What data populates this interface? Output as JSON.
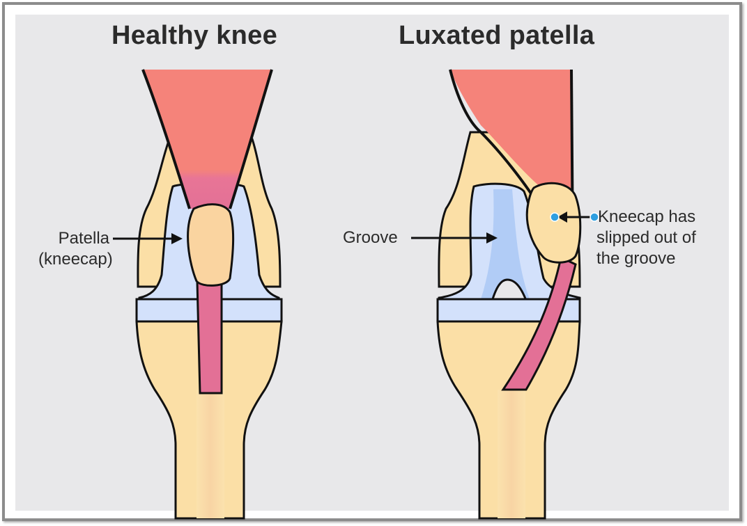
{
  "figure": {
    "colors": {
      "background": "#e8e8ea",
      "frame": "#8c8c8c",
      "muscle": "#f5837a",
      "tendon": "#e37096",
      "bone": "#fbdfa6",
      "patella": "#fad4a0",
      "cartilage": "#d3e1fb",
      "groove": "#a9c7f5",
      "outline": "#111111",
      "marker": "#2f9fe0",
      "text": "#2b2b2b"
    }
  },
  "panels": [
    {
      "title": "Healthy knee",
      "labels": [
        {
          "lines": [
            "Patella",
            "(kneecap)"
          ],
          "points_to": "patella"
        }
      ]
    },
    {
      "title": "Luxated patella",
      "labels": [
        {
          "text": "Groove",
          "points_to": "groove"
        },
        {
          "lines": [
            "Kneecap has",
            "slipped out of",
            "the groove"
          ],
          "points_to": "displaced-patella"
        }
      ]
    }
  ]
}
